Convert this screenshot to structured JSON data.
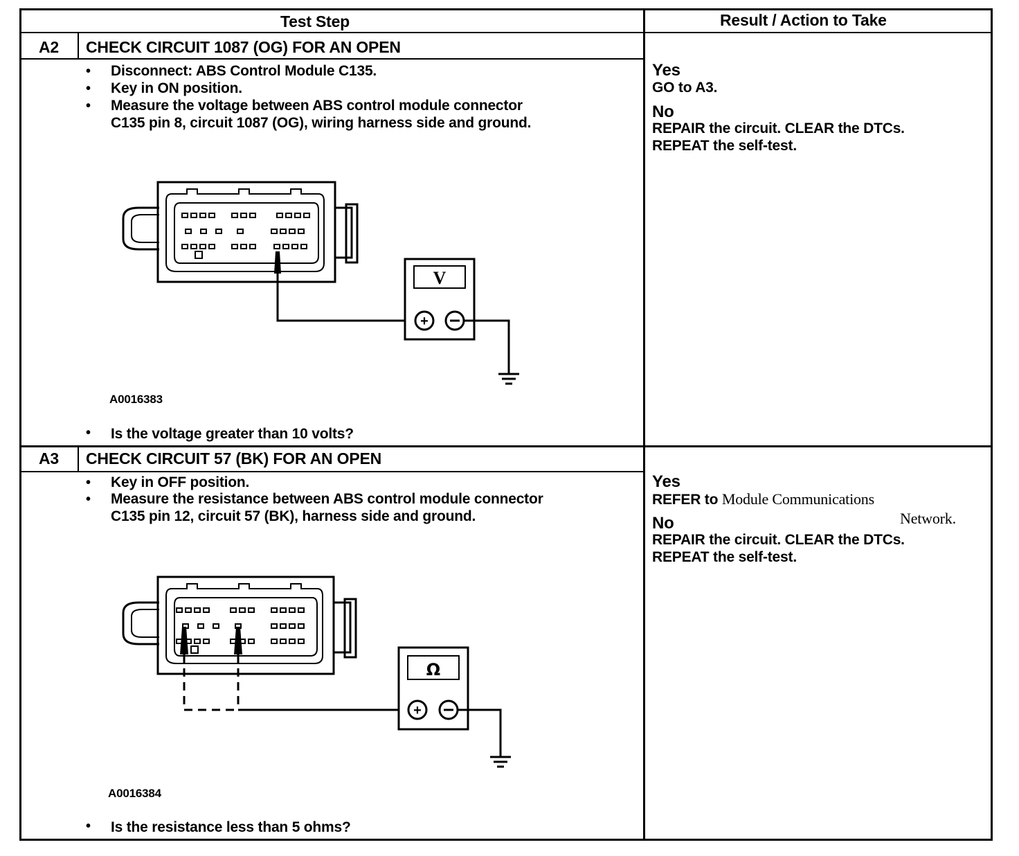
{
  "header": {
    "test_step": "Test Step",
    "result_action": "Result / Action to Take"
  },
  "steps": [
    {
      "id": "A2",
      "title": "CHECK CIRCUIT 1087 (OG) FOR AN OPEN",
      "bullets": [
        "Disconnect: ABS Control Module C135.",
        "Key in ON position.",
        "Measure the voltage between ABS control module connector",
        "C135 pin 8, circuit 1087 (OG), wiring harness side and ground."
      ],
      "meter_symbol": "V",
      "figure_code": "A0016383",
      "question": "Is the voltage greater than 10 volts?",
      "result": {
        "yes_label": "Yes",
        "yes_text_prefix": "GO to ",
        "yes_text_bold": "A3.",
        "no_label": "No",
        "no_line1": "REPAIR the circuit. CLEAR the DTCs.",
        "no_line2": "REPEAT the self-test."
      }
    },
    {
      "id": "A3",
      "title": "CHECK CIRCUIT 57 (BK) FOR AN OPEN",
      "bullets": [
        "Key in OFF position.",
        "Measure the resistance between ABS control module connector",
        "C135 pin 12, circuit 57 (BK), harness side and ground."
      ],
      "meter_symbol": "Ω",
      "figure_code": "A0016384",
      "question": "Is the resistance less than 5 ohms?",
      "result": {
        "yes_label": "Yes",
        "yes_text_prefix": "REFER to ",
        "yes_text_serif": "Module Communications",
        "yes_text_serif2": "Network.",
        "no_label": "No",
        "no_line1": "REPAIR the circuit. CLEAR the DTCs.",
        "no_line2": "REPEAT the self-test."
      }
    }
  ]
}
